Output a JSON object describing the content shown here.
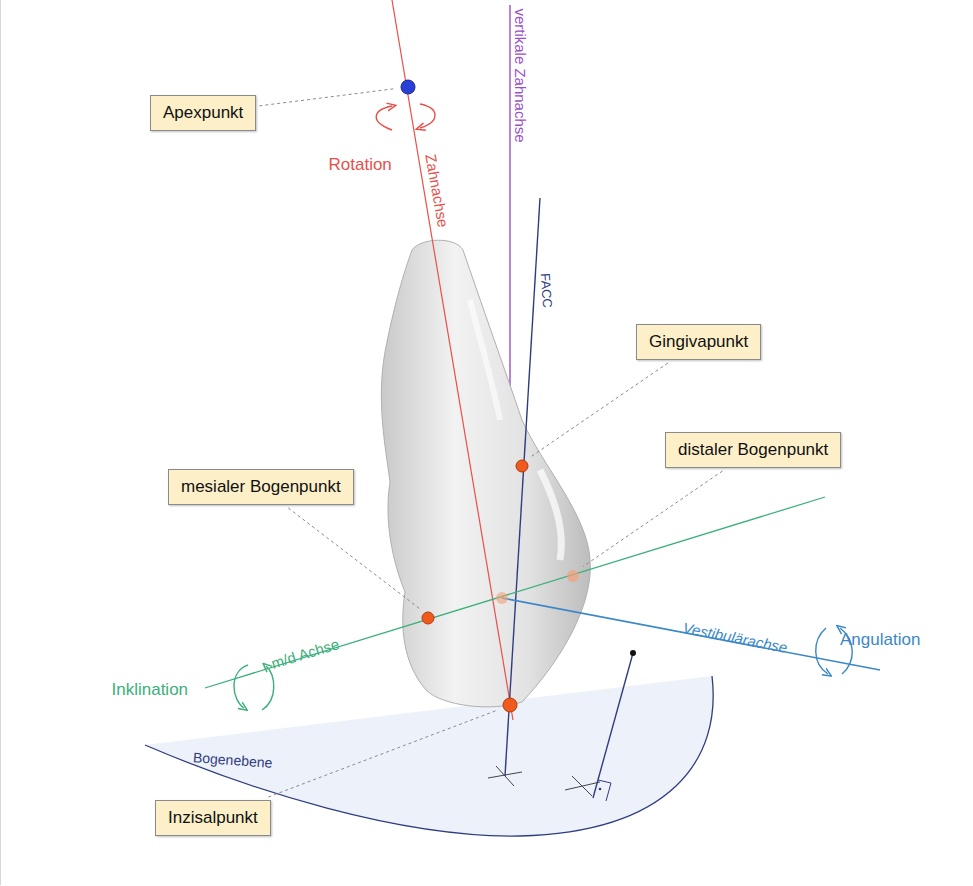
{
  "diagram": {
    "nodes": [
      {
        "text": [
          "Apexpunkt"
        ]
      },
      {
        "text": [
          "Gingivapunkt"
        ]
      },
      {
        "text": [
          "distaler Bogenpunkt"
        ]
      },
      {
        "text": [
          "mesialer Bogenpunkt"
        ]
      },
      {
        "text": [
          "Inzisalpunkt"
        ]
      }
    ],
    "labels": [
      "Rotation",
      "Zahnachse",
      "vertikale Zahnachse",
      "FACC",
      "Inklination",
      "m/d Achse",
      "Angulation",
      "Vestibulärachse",
      "Bogenebene"
    ]
  }
}
